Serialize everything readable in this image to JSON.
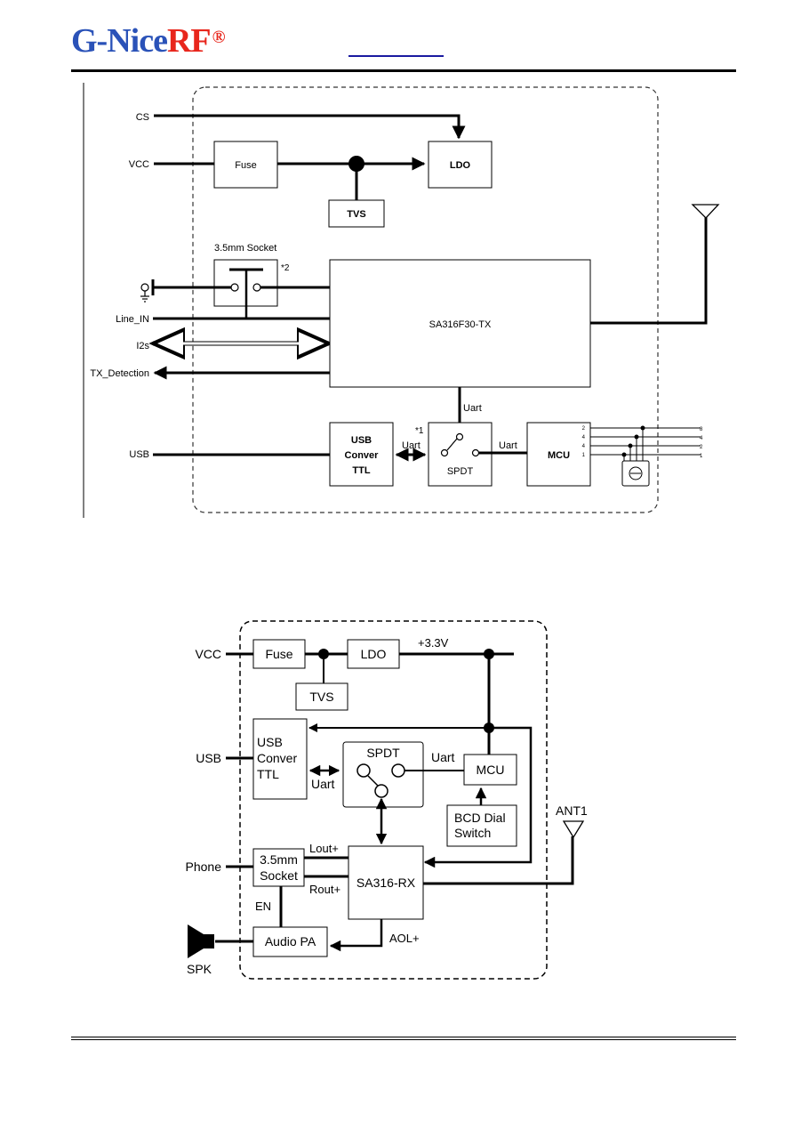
{
  "header": {
    "logo": {
      "prefix": "G-Nice",
      "suffix": "RF",
      "mark": "®"
    }
  },
  "tx_diagram": {
    "ports": {
      "cs": "CS",
      "vcc": "VCC",
      "line_in": "Line_IN",
      "i2s": "I2s",
      "tx_detection": "TX_Detection",
      "usb": "USB"
    },
    "blocks": {
      "fuse": "Fuse",
      "ldo": "LDO",
      "tvs": "TVS",
      "main": "SA316F30-TX",
      "usb_conv_1": "USB",
      "usb_conv_2": "Conver",
      "usb_conv_3": "TTL",
      "spdt": "SPDT",
      "mcu": "MCU"
    },
    "labels": {
      "socket": "3.5mm Socket",
      "note1": "*1",
      "note2": "*2",
      "uart_up": "Uart",
      "uart_left": "Uart",
      "uart_right": "Uart"
    },
    "dip_left": [
      "2",
      "4",
      "4",
      "1"
    ],
    "dip_right": [
      "8",
      "4",
      "2",
      "1"
    ]
  },
  "rx_diagram": {
    "ports": {
      "vcc": "VCC",
      "usb": "USB",
      "phone": "Phone",
      "spk": "SPK",
      "ant": "ANT1"
    },
    "blocks": {
      "fuse": "Fuse",
      "ldo": "LDO",
      "tvs": "TVS",
      "usb_conv_1": "USB",
      "usb_conv_2": "Conver",
      "usb_conv_3": "TTL",
      "spdt": "SPDT",
      "mcu": "MCU",
      "bcd_1": "BCD Dial",
      "bcd_2": "Switch",
      "socket_1": "3.5mm",
      "socket_2": "Socket",
      "main": "SA316-RX",
      "audio_pa": "Audio PA"
    },
    "labels": {
      "v33": "+3.3V",
      "uart_top": "Uart",
      "uart_left": "Uart",
      "lout": "Lout+",
      "rout": "Rout+",
      "en": "EN",
      "aol": "AOL+"
    }
  }
}
